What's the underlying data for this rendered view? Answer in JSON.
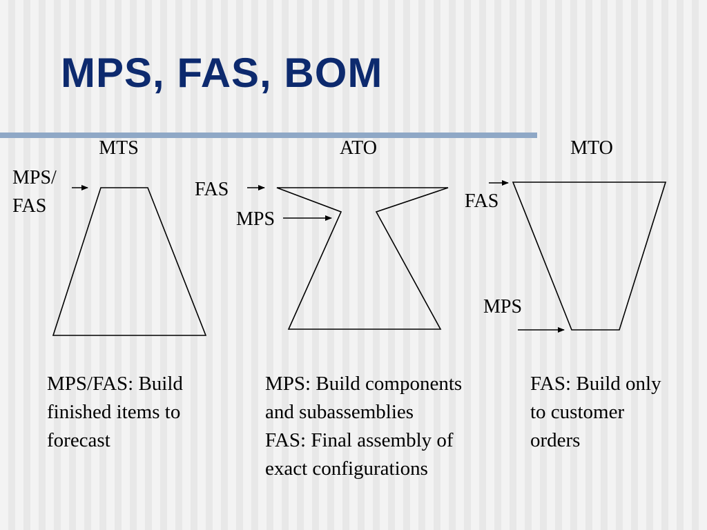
{
  "slide": {
    "title": "MPS, FAS, BOM"
  },
  "diagram": {
    "mts": {
      "heading": "MTS",
      "label_line1": "MPS/",
      "label_line2": "FAS"
    },
    "ato": {
      "heading": "ATO",
      "fas_label": "FAS",
      "mps_label": "MPS"
    },
    "mto": {
      "heading": "MTO",
      "fas_label": "FAS",
      "mps_label": "MPS"
    }
  },
  "descriptions": {
    "mts": [
      "MPS/FAS: Build",
      "finished items to",
      "forecast"
    ],
    "ato": [
      "MPS: Build components",
      "and subassemblies",
      "FAS: Final assembly of",
      "exact configurations"
    ],
    "mto": [
      "FAS: Build only",
      "to customer",
      "orders"
    ]
  },
  "colors": {
    "title": "#0d2a6e",
    "rule": "#8fa8c6",
    "background_light": "#f3f3f3",
    "background_stripe": "#e8e8e8"
  }
}
